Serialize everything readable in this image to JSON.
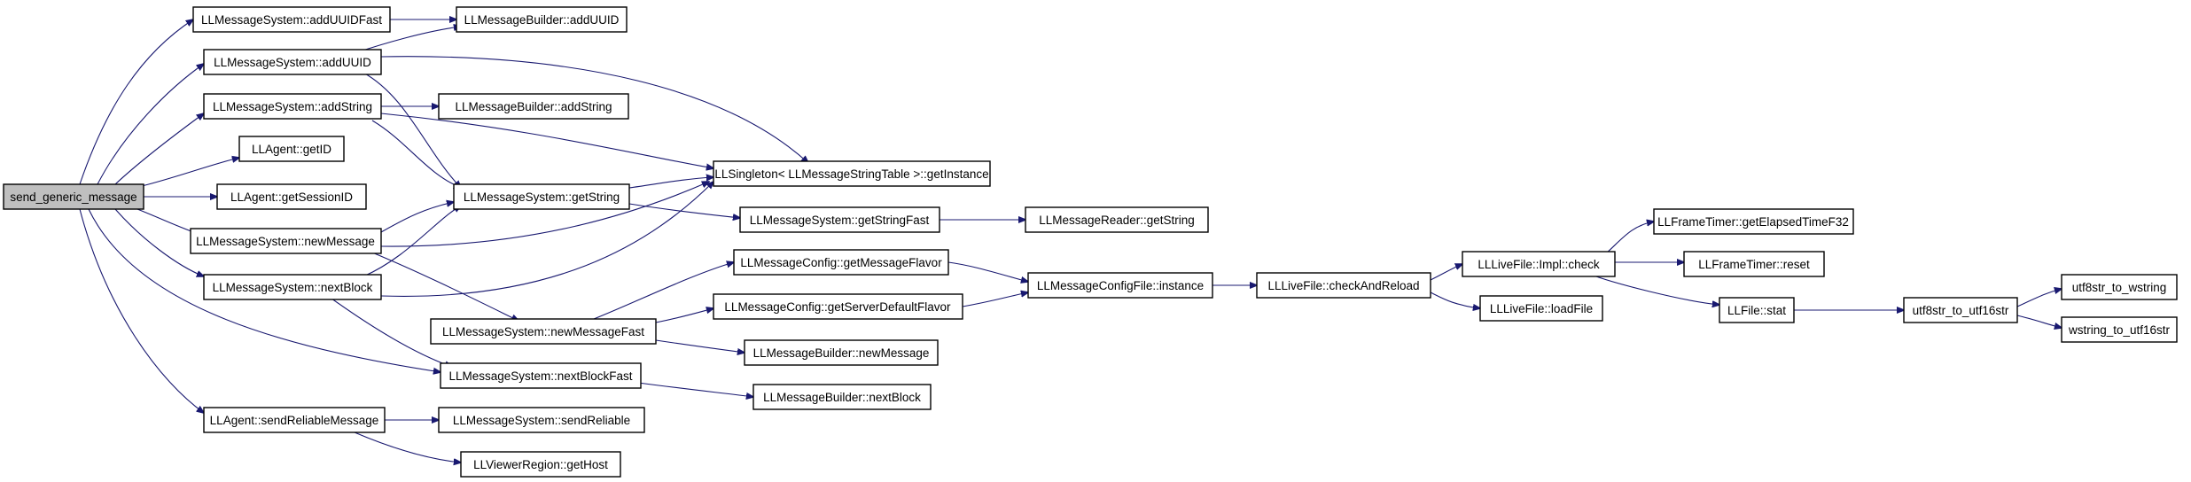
{
  "diagram": {
    "colors": {
      "edge": "#191970",
      "node_border": "#000000",
      "root_fill": "#bfbfbf",
      "node_fill": "#ffffff"
    },
    "nodes": [
      {
        "id": "n0",
        "label": "send_generic_message",
        "root": true
      },
      {
        "id": "n1",
        "label": "LLMessageSystem::addUUIDFast"
      },
      {
        "id": "n2",
        "label": "LLMessageSystem::addUUID"
      },
      {
        "id": "n3",
        "label": "LLMessageSystem::addString"
      },
      {
        "id": "n4",
        "label": "LLAgent::getID"
      },
      {
        "id": "n5",
        "label": "LLAgent::getSessionID"
      },
      {
        "id": "n6",
        "label": "LLMessageSystem::newMessage"
      },
      {
        "id": "n7",
        "label": "LLMessageSystem::nextBlock"
      },
      {
        "id": "n8",
        "label": "LLAgent::sendReliableMessage"
      },
      {
        "id": "n9",
        "label": "LLMessageBuilder::addUUID"
      },
      {
        "id": "n10",
        "label": "LLMessageBuilder::addString"
      },
      {
        "id": "n11",
        "label": "LLMessageSystem::getString"
      },
      {
        "id": "n12",
        "label": "LLMessageSystem::newMessageFast"
      },
      {
        "id": "n13",
        "label": "LLMessageSystem::nextBlockFast"
      },
      {
        "id": "n14",
        "label": "LLMessageSystem::sendReliable"
      },
      {
        "id": "n15",
        "label": "LLViewerRegion::getHost"
      },
      {
        "id": "n16",
        "label": "LLSingleton< LLMessageStringTable >::getInstance"
      },
      {
        "id": "n17",
        "label": "LLMessageSystem::getStringFast"
      },
      {
        "id": "n18",
        "label": "LLMessageConfig::getMessageFlavor"
      },
      {
        "id": "n19",
        "label": "LLMessageConfig::getServerDefaultFlavor"
      },
      {
        "id": "n20",
        "label": "LLMessageBuilder::newMessage"
      },
      {
        "id": "n21",
        "label": "LLMessageBuilder::nextBlock"
      },
      {
        "id": "n22",
        "label": "LLMessageReader::getString"
      },
      {
        "id": "n23",
        "label": "LLMessageConfigFile::instance"
      },
      {
        "id": "n24",
        "label": "LLLiveFile::checkAndReload"
      },
      {
        "id": "n25",
        "label": "LLLiveFile::Impl::check"
      },
      {
        "id": "n26",
        "label": "LLLiveFile::loadFile"
      },
      {
        "id": "n27",
        "label": "LLFrameTimer::getElapsedTimeF32"
      },
      {
        "id": "n28",
        "label": "LLFrameTimer::reset"
      },
      {
        "id": "n29",
        "label": "LLFile::stat"
      },
      {
        "id": "n30",
        "label": "utf8str_to_utf16str"
      },
      {
        "id": "n31",
        "label": "utf8str_to_wstring"
      },
      {
        "id": "n32",
        "label": "wstring_to_utf16str"
      }
    ]
  }
}
